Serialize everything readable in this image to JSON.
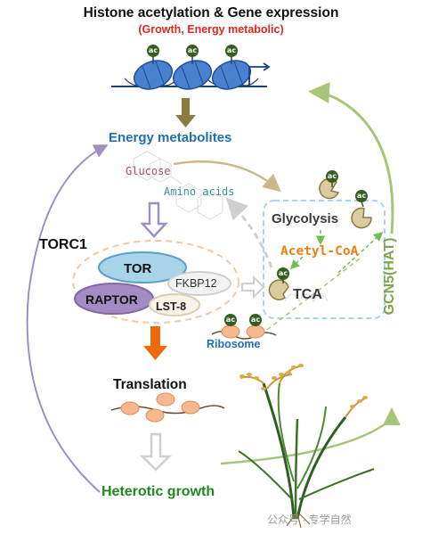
{
  "title": "Histone acetylation & Gene expression",
  "subtitle": "(Growth, Energy metabolic)",
  "nodes": {
    "energy_metabolites": "Energy metabolites",
    "glucose": "Glucose",
    "amino_acids": "Amino acids",
    "torc1": "TORC1",
    "tor": "TOR",
    "raptor": "RAPTOR",
    "fkbp12": "FKBP12",
    "lst8": "LST-8",
    "glycolysis": "Glycolysis",
    "acetyl_coa": "Acetyl-CoA",
    "tca": "TCA",
    "ribosome": "Ribosome",
    "translation": "Translation",
    "heterotic_growth": "Heterotic growth",
    "gcn5": "GCN5(HAT)"
  },
  "ac_label": "ac",
  "watermark": "公众号 · 专学自然",
  "colors": {
    "nucleosome": "#4a80d0",
    "tor_fill": "#a8d4ea",
    "raptor_fill": "#a38bc4",
    "acetyl_coa": "#f07d12",
    "translation_arrow": "#ec6a0c",
    "gcn5_arrow": "#a7c57a",
    "loop_arrow": "#a08fc4",
    "ac_marker": "#355e1f"
  }
}
